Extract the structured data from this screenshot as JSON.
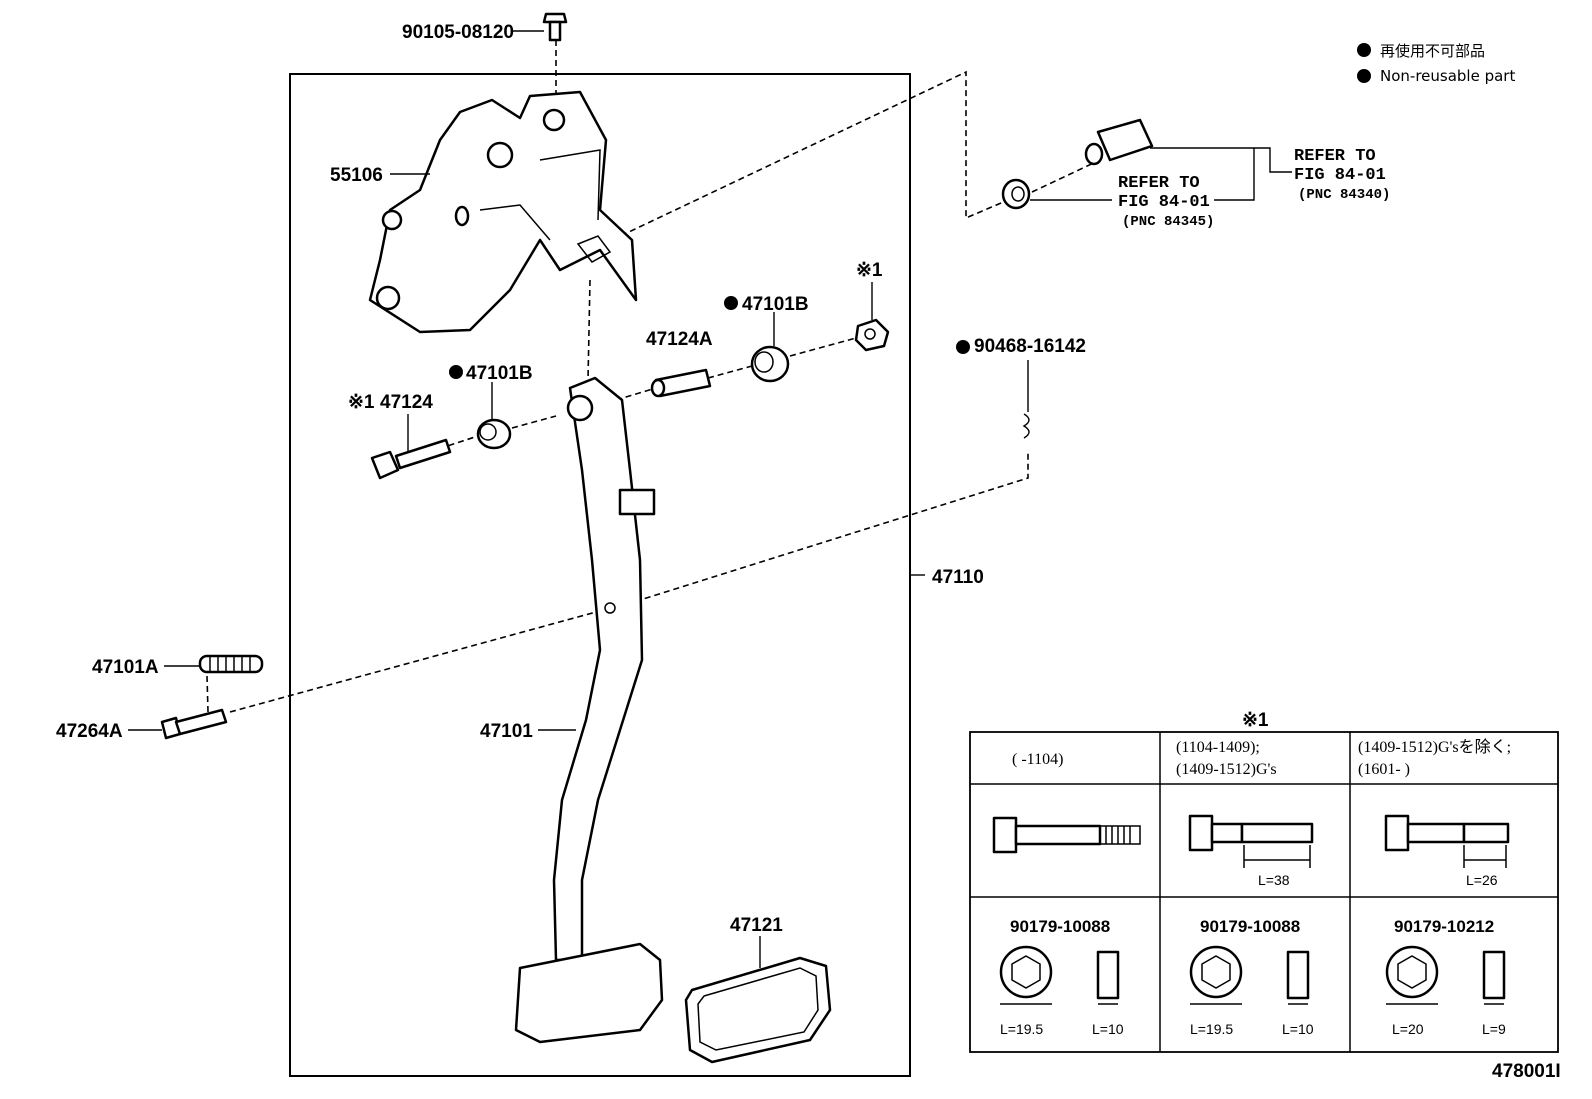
{
  "legend": {
    "line1": "再使用不可部品",
    "line2": "Non-reusable part"
  },
  "labels": {
    "p90105": "90105-08120",
    "p55106": "55106",
    "p47101B_a": "47101B",
    "p47124A": "47124A",
    "p47101B_b": "47101B",
    "mark1_top": "※1",
    "mark1_47124": "※1",
    "p47124": "47124",
    "p90468": "90468-16142",
    "p47110": "47110",
    "p47101A": "47101A",
    "p47264A": "47264A",
    "p47101": "47101",
    "p47121": "47121",
    "figure_id": "478001I"
  },
  "refs": [
    {
      "line1": "REFER TO",
      "line2": "FIG 84-01",
      "pnc": "(PNC 84340)"
    },
    {
      "line1": "REFER TO",
      "line2": "FIG 84-01",
      "pnc": "(PNC 84345)"
    }
  ],
  "table": {
    "mark": "※1",
    "headers": [
      [
        "(      -1104)",
        ""
      ],
      [
        "(1104-1409);",
        "(1409-1512)G's"
      ],
      [
        "(1409-1512)G'sを除く;",
        "(1601-        )"
      ]
    ],
    "bolt_lengths": [
      "",
      "L=38",
      "L=26"
    ],
    "nut_parts": [
      "90179-10088",
      "90179-10088",
      "90179-10212"
    ],
    "nut_dims": [
      [
        "L=19.5",
        "L=10"
      ],
      [
        "L=19.5",
        "L=10"
      ],
      [
        "L=20",
        "L=9"
      ]
    ]
  }
}
